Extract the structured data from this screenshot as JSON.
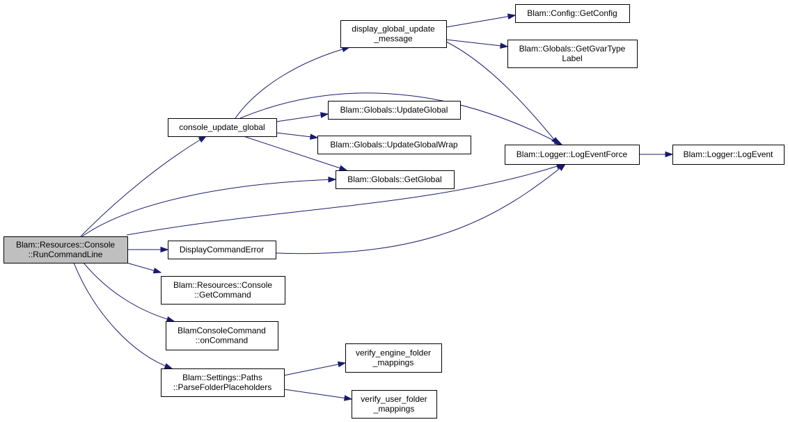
{
  "graph": {
    "nodes": [
      {
        "id": "root",
        "lines": [
          "Blam::Resources::Console",
          "::RunCommandLine"
        ],
        "highlighted": true
      },
      {
        "id": "console_update_global",
        "lines": [
          "console_update_global"
        ]
      },
      {
        "id": "display_global_update_message",
        "lines": [
          "display_global_update",
          "_message"
        ]
      },
      {
        "id": "config_getconfig",
        "lines": [
          "Blam::Config::GetConfig"
        ]
      },
      {
        "id": "globals_getgvartypelabel",
        "lines": [
          "Blam::Globals::GetGvarType",
          "Label"
        ]
      },
      {
        "id": "globals_updateglobal",
        "lines": [
          "Blam::Globals::UpdateGlobal"
        ]
      },
      {
        "id": "globals_updateglobalwrap",
        "lines": [
          "Blam::Globals::UpdateGlobalWrap"
        ]
      },
      {
        "id": "globals_getglobal",
        "lines": [
          "Blam::Globals::GetGlobal"
        ]
      },
      {
        "id": "logger_logeventforce",
        "lines": [
          "Blam::Logger::LogEventForce"
        ]
      },
      {
        "id": "logger_logevent",
        "lines": [
          "Blam::Logger::LogEvent"
        ]
      },
      {
        "id": "displaycommanderror",
        "lines": [
          "DisplayCommandError"
        ]
      },
      {
        "id": "console_getcommand",
        "lines": [
          "Blam::Resources::Console",
          "::GetCommand"
        ]
      },
      {
        "id": "blamconsolecommand_oncommand",
        "lines": [
          "BlamConsoleCommand",
          "::onCommand"
        ]
      },
      {
        "id": "paths_parsefolderplaceholders",
        "lines": [
          "Blam::Settings::Paths",
          "::ParseFolderPlaceholders"
        ]
      },
      {
        "id": "verify_engine_folder_mappings",
        "lines": [
          "verify_engine_folder",
          "_mappings"
        ]
      },
      {
        "id": "verify_user_folder_mappings",
        "lines": [
          "verify_user_folder",
          "_mappings"
        ]
      }
    ],
    "edges": [
      {
        "from": "root",
        "to": "console_update_global"
      },
      {
        "from": "root",
        "to": "globals_getglobal"
      },
      {
        "from": "root",
        "to": "logger_logeventforce"
      },
      {
        "from": "root",
        "to": "displaycommanderror"
      },
      {
        "from": "root",
        "to": "console_getcommand"
      },
      {
        "from": "root",
        "to": "blamconsolecommand_oncommand"
      },
      {
        "from": "root",
        "to": "paths_parsefolderplaceholders"
      },
      {
        "from": "console_update_global",
        "to": "display_global_update_message"
      },
      {
        "from": "console_update_global",
        "to": "logger_logeventforce"
      },
      {
        "from": "console_update_global",
        "to": "globals_updateglobal"
      },
      {
        "from": "console_update_global",
        "to": "globals_updateglobalwrap"
      },
      {
        "from": "console_update_global",
        "to": "globals_getglobal"
      },
      {
        "from": "display_global_update_message",
        "to": "config_getconfig"
      },
      {
        "from": "display_global_update_message",
        "to": "globals_getgvartypelabel"
      },
      {
        "from": "display_global_update_message",
        "to": "logger_logeventforce"
      },
      {
        "from": "logger_logeventforce",
        "to": "logger_logevent"
      },
      {
        "from": "displaycommanderror",
        "to": "logger_logeventforce"
      },
      {
        "from": "paths_parsefolderplaceholders",
        "to": "verify_engine_folder_mappings"
      },
      {
        "from": "paths_parsefolderplaceholders",
        "to": "verify_user_folder_mappings"
      }
    ]
  }
}
